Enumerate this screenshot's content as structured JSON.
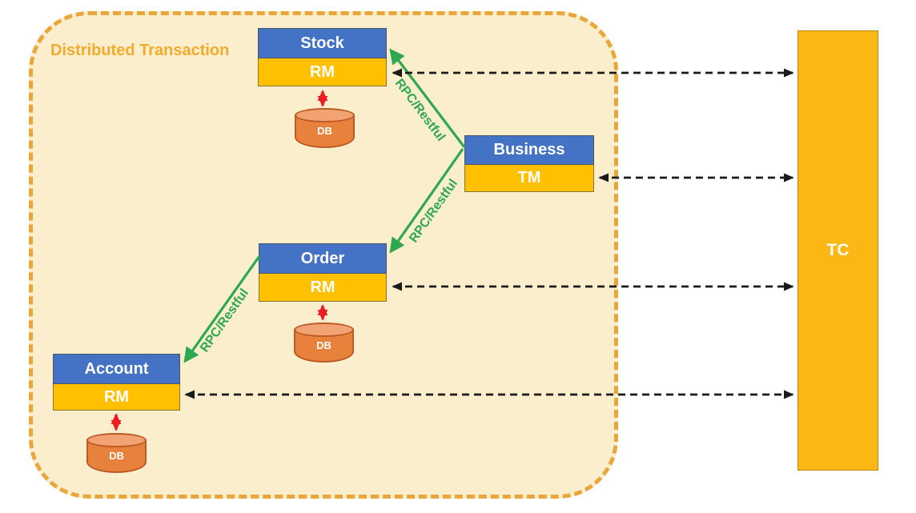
{
  "container": {
    "label": "Distributed Transaction"
  },
  "services": [
    {
      "name": "Stock",
      "role": "RM",
      "db_label": "DB"
    },
    {
      "name": "Business",
      "role": "TM"
    },
    {
      "name": "Order",
      "role": "RM",
      "db_label": "DB"
    },
    {
      "name": "Account",
      "role": "RM",
      "db_label": "DB"
    }
  ],
  "coordinator": {
    "label": "TC"
  },
  "edges": {
    "rpc": [
      {
        "from": "Business",
        "to": "Stock",
        "label": "RPC/Restful"
      },
      {
        "from": "Business",
        "to": "Order",
        "label": "RPC/Restful"
      },
      {
        "from": "Order",
        "to": "Account",
        "label": "RPC/Restful"
      }
    ],
    "tc_links": [
      {
        "from": "Stock RM"
      },
      {
        "from": "Business TM"
      },
      {
        "from": "Order RM"
      },
      {
        "from": "Account RM"
      }
    ],
    "db_links": [
      {
        "from": "Stock RM"
      },
      {
        "from": "Order RM"
      },
      {
        "from": "Account RM"
      }
    ]
  },
  "colors": {
    "service_header_blue": "#4472C4",
    "service_band_gold": "#FFC000",
    "coordinator_gold": "#FBB713",
    "container_fill": "#FAEECD",
    "container_border": "#E9A63B",
    "title_text": "#F3AB2D",
    "rpc_arrow_green": "#2EA84F",
    "db_arrow_red": "#EB1D23",
    "tc_arrow_black": "#1A1A1A",
    "db_cylinder_orange": "#E8813B"
  }
}
